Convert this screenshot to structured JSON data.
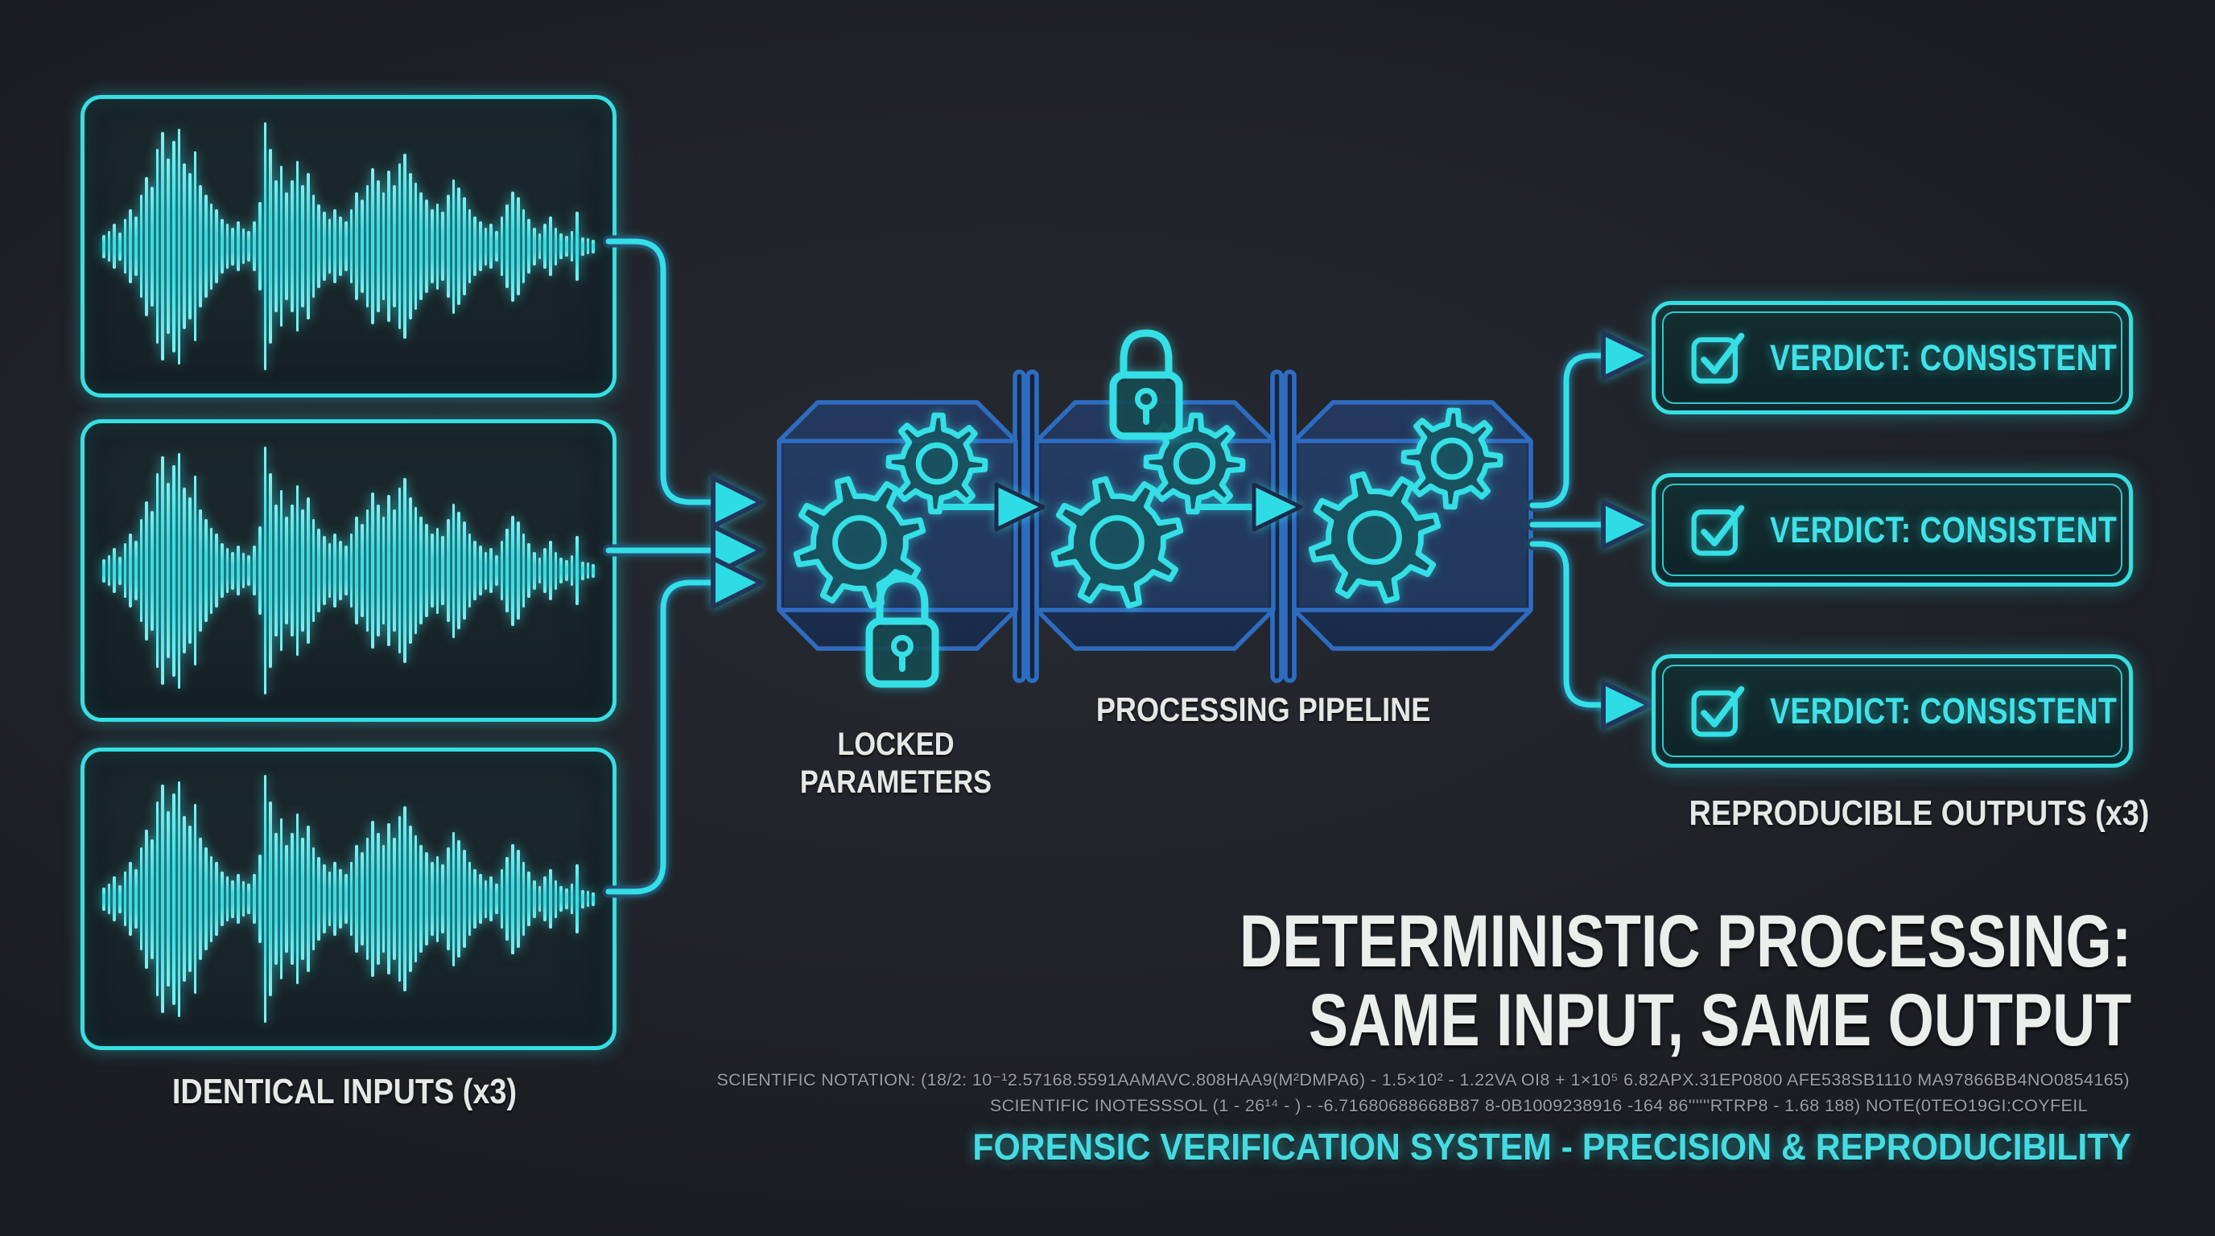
{
  "inputs": {
    "label": "IDENTICAL INPUTS (x3)",
    "panel_count": 3
  },
  "waveform": {
    "color": "#35dfe6",
    "amplitudes": [
      0.07,
      0.1,
      0.16,
      0.09,
      0.2,
      0.28,
      0.22,
      0.4,
      0.55,
      0.47,
      0.78,
      0.92,
      0.7,
      0.85,
      0.95,
      0.66,
      0.58,
      0.76,
      0.48,
      0.4,
      0.33,
      0.28,
      0.2,
      0.16,
      0.13,
      0.18,
      0.12,
      0.1,
      0.18,
      0.34,
      1.0,
      0.78,
      0.52,
      0.64,
      0.42,
      0.52,
      0.68,
      0.48,
      0.58,
      0.4,
      0.32,
      0.26,
      0.2,
      0.28,
      0.22,
      0.18,
      0.28,
      0.42,
      0.36,
      0.48,
      0.62,
      0.52,
      0.42,
      0.6,
      0.48,
      0.66,
      0.74,
      0.58,
      0.5,
      0.42,
      0.36,
      0.28,
      0.33,
      0.26,
      0.4,
      0.53,
      0.46,
      0.38,
      0.28,
      0.22,
      0.18,
      0.13,
      0.16,
      0.1,
      0.22,
      0.32,
      0.43,
      0.38,
      0.28,
      0.2,
      0.13,
      0.08,
      0.16,
      0.22,
      0.13,
      0.08,
      0.06,
      0.1,
      0.26,
      0.05,
      0.04,
      0.03
    ]
  },
  "pipeline": {
    "label": "PROCESSING PIPELINE",
    "stage_count": 3
  },
  "locked": {
    "line1": "LOCKED",
    "line2": "PARAMETERS"
  },
  "outputs": {
    "label": "REPRODUCIBLE OUTPUTS (x3)",
    "items": [
      {
        "label": "VERDICT: CONSISTENT"
      },
      {
        "label": "VERDICT: CONSISTENT"
      },
      {
        "label": "VERDICT: CONSISTENT"
      }
    ]
  },
  "headline": {
    "line1": "DETERMINISTIC PROCESSING:",
    "line2": "SAME INPUT, SAME OUTPUT"
  },
  "fine_print": {
    "line1": "SCIENTIFIC NOTATION: (18/2: 10⁻¹2.57168.5591AAMAVC.808HAA9(M²DMPA6) - 1.5×10² - 1.22VA OI8 + 1×10⁵ 6.82APX.31EP0800 AFE538SB1110 MA97866BB4NO0854165)",
    "line2": "SCIENTIFIC INOTESSSOL (1 - 26¹⁴ - ) - -6.71680688668B87 8-0B1009238916 -164 86''''''RTRP8 - 1.68 188) NOTE(0TEO19GI:COYFEIL"
  },
  "footer": {
    "text": "FORENSIC VERIFICATION SYSTEM - PRECISION & REPRODUCIBILITY"
  },
  "icons": {
    "lock": "padlock-icon",
    "gear": "gear-icon",
    "checkbox": "checkbox-check-icon"
  },
  "colors": {
    "cyan": "#35dfe6",
    "pipeline_blue": "#2e6cc0",
    "pipeline_fill": "#1d3050",
    "background": "#202329",
    "white_text": "#eceeec",
    "gray_text": "#9aa0a2"
  }
}
